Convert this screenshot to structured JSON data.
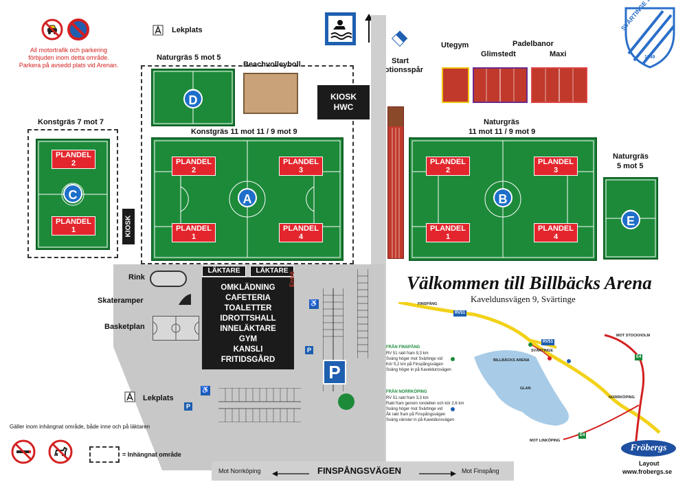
{
  "notice_top": {
    "line1": "All motortrafik och parkering",
    "line2": "förbjuden inom detta område.",
    "line3": "Parkera på avsedd plats vid Arenan."
  },
  "labels": {
    "lekplats_top": "Lekplats",
    "lekplats_bottom": "Lekplats",
    "naturgras_d": "Naturgräs   5 mot 5",
    "beachvolley": "Beachvolleyboll",
    "konstgras_c": "Konstgräs  7 mot 7",
    "konstgras_a": "Konstgräs  11 mot 11 / 9 mot 9",
    "kiosk_hwc_1": "KIOSK",
    "kiosk_hwc_2": "HWC",
    "kiosk_side": "KIOSK",
    "start_1": "Start",
    "start_2": "motionsspår",
    "utegym": "Utegym",
    "padelbanor": "Padelbanor",
    "glimstedt": "Glimstedt",
    "maxi": "Maxi",
    "naturgras_b_1": "Naturgräs",
    "naturgras_b_2": "11 mot 11 / 9 mot 9",
    "naturgras_e_1": "Naturgräs",
    "naturgras_e_2": "5 mot 5",
    "rink": "Rink",
    "skateramper": "Skateramper",
    "basketplan": "Basketplan",
    "laktare_1": "LÄKTARE",
    "laktare_2": "LÄKTARE",
    "entre": "Entré",
    "galler": "Gäller inom inhängnat område, både inne och på läktaren",
    "inhagnat": "= Inhängnat område",
    "mot_norrkoping": "Mot Norrköping",
    "finspangsvagen": "FINSPÅNGSVÄGEN",
    "mot_finspang": "Mot Finspång"
  },
  "fields": {
    "C": {
      "letter": "C",
      "plan_top": [
        "PLANDEL",
        "2"
      ],
      "plan_bottom": [
        "PLANDEL",
        "1"
      ]
    },
    "D": {
      "letter": "D"
    },
    "A": {
      "letter": "A",
      "p2": [
        "PLANDEL",
        "2"
      ],
      "p3": [
        "PLANDEL",
        "3"
      ],
      "p1": [
        "PLANDEL",
        "1"
      ],
      "p4": [
        "PLANDEL",
        "4"
      ]
    },
    "B": {
      "letter": "B",
      "p2": [
        "PLANDEL",
        "2"
      ],
      "p3": [
        "PLANDEL",
        "3"
      ],
      "p1": [
        "PLANDEL",
        "1"
      ],
      "p4": [
        "PLANDEL",
        "4"
      ]
    },
    "E": {
      "letter": "E"
    }
  },
  "building": {
    "lines": [
      "OMKLÄDNING",
      "CAFETERIA",
      "TOALETTER",
      "IDROTTSHALL",
      "INNELÄKTARE",
      "GYM",
      "KANSLI",
      "FRITIDSGÅRD"
    ]
  },
  "parking_sign": "P",
  "welcome": {
    "title": "Välkommen till Billbäcks Arena",
    "address": "Kaveldunsvägen 9, Svärtinge"
  },
  "mini_map": {
    "finspang": "FINSPÅNG",
    "rv51_a": "RV51",
    "rv51_b": "RV51",
    "svartinge": "SVÄRTINGE",
    "billbacks": "BILLBÄCKS ARENA",
    "glan": "GLAN",
    "mot_stockholm": "MOT STOCKHOLM",
    "e4_a": "E4",
    "e4_b": "E4",
    "norrkoping": "NORRKÖPING",
    "mot_linkoping": "MOT LINKÖPING",
    "from_finspang_head": "FRÅN FINSPÅNG",
    "from_finspang": [
      "RV 51 rakt fram 9,3 km",
      "Sväng höger mot Svärtinge vid",
      "Kör 5,2 km på Finspångsvägen",
      "Sväng höger in på Kaveldunsvägen"
    ],
    "from_norrkoping_head": "FRÅN NORRKÖPING",
    "from_norrkoping": [
      "RV 51 rakt fram 3,3 km",
      "Rakt fram genom rondellen och kör 2,6 km",
      "Sväng höger mot Svärtinge vid",
      "Åk rakt fram på Finspångsvägen",
      "Sväng vänster in på Kaveldunsvägen"
    ]
  },
  "club": {
    "name": "SVÄRTINGE SK",
    "year": "1949"
  },
  "frobergs": {
    "logo": "Fröbergs",
    "layout": "Layout",
    "url": "www.frobergs.se"
  },
  "colors": {
    "grass": "#1d8a3a",
    "plandel_red": "#e3262d",
    "letter_blue": "#1e6fc9",
    "building": "#1b1b1b"
  },
  "icons": [
    "no-car-icon",
    "no-parking-icon",
    "playground-icon",
    "swimming-sign-icon",
    "north-arrow-icon",
    "trail-start-flag-icon",
    "no-smoking-icon",
    "no-dogs-icon",
    "wheelchair-icon",
    "parking-icon",
    "skate-ramp-icon",
    "club-logo-icon"
  ]
}
